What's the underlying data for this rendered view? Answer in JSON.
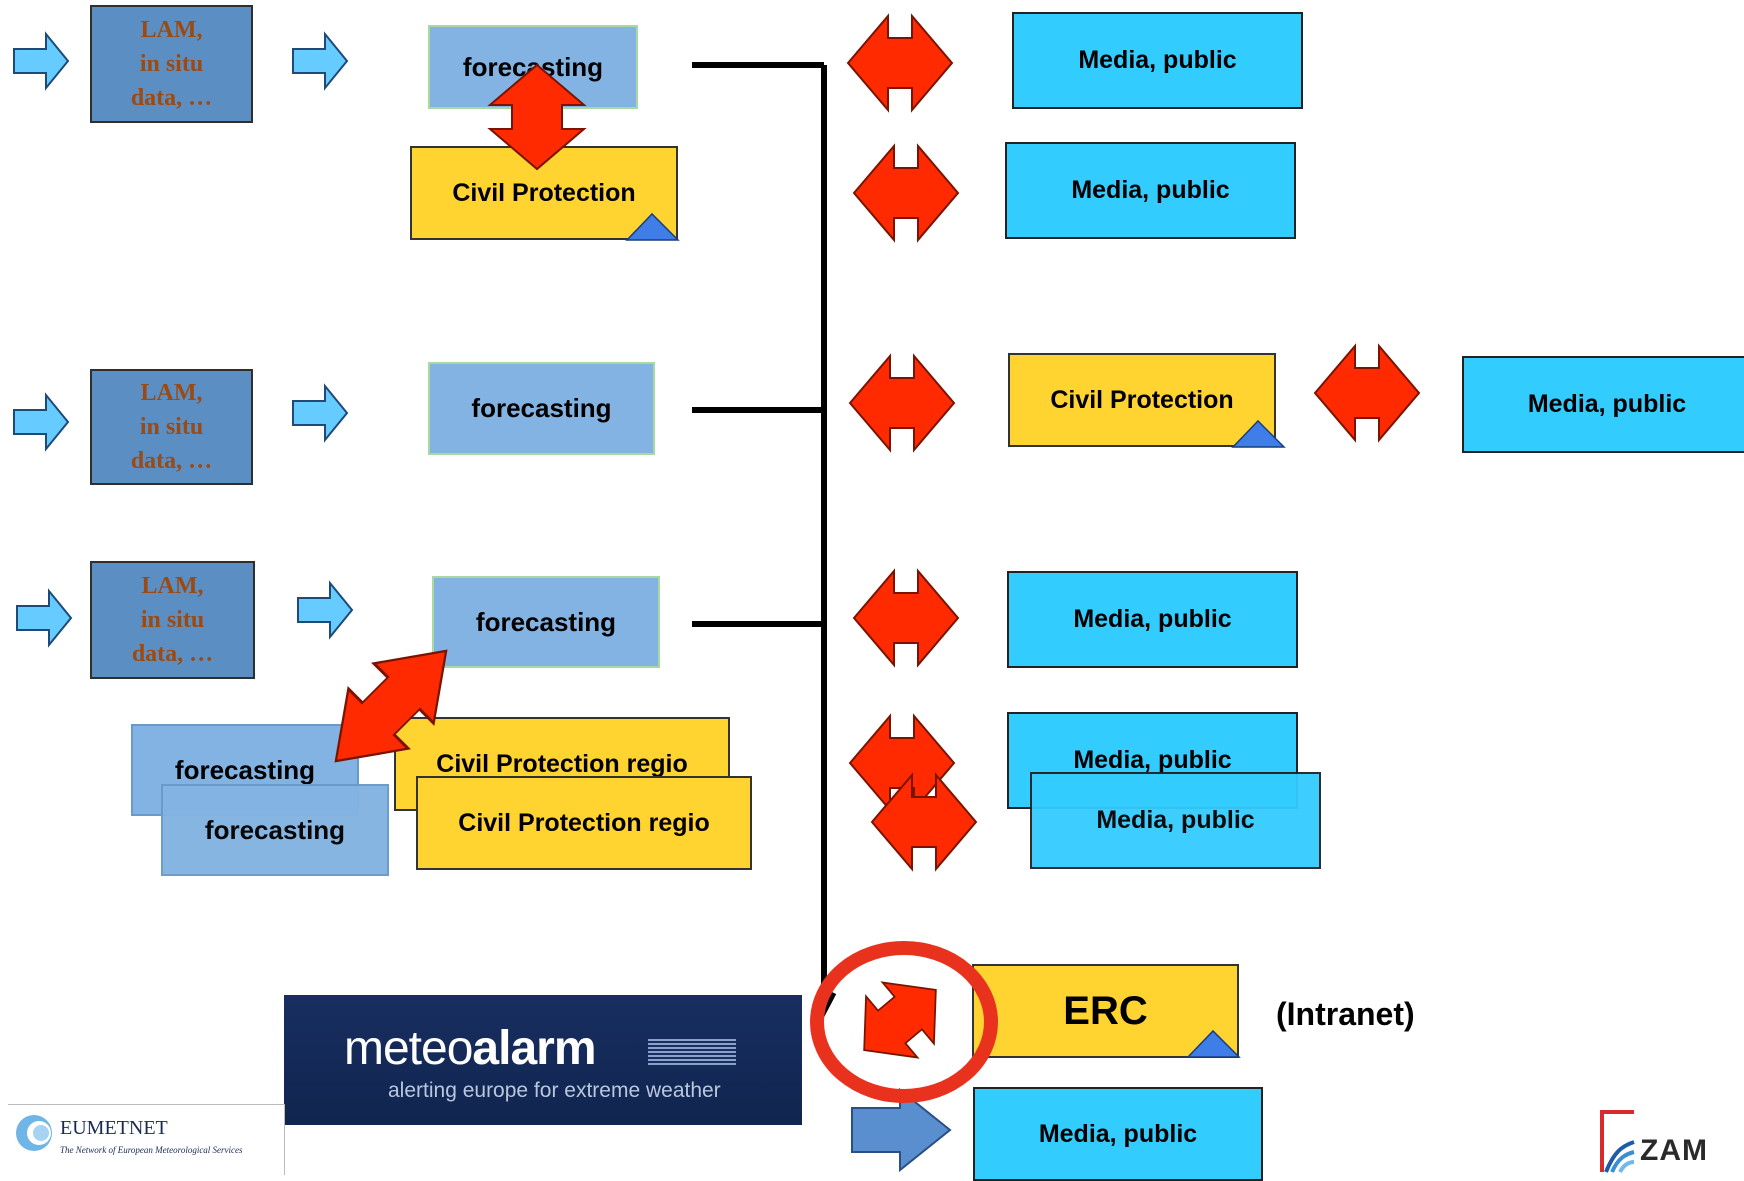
{
  "lam_label": "LAM, in situ data, …",
  "lam_lines": [
    "LAM,",
    "in situ",
    "data, …"
  ],
  "forecasting": "forecasting",
  "civil_protection": "Civil Protection",
  "civil_protection_regio": "Civil Protection  regio",
  "media_public": "Media, public",
  "erc": "ERC",
  "intranet": "(Intranet)",
  "meteoalarm": {
    "brand_light": "meteo",
    "brand_bold": "alarm",
    "tagline": "alerting europe for extreme weather"
  },
  "eumetnet": {
    "name": "EUMETNET",
    "subtitle": "The Network of European Meteorological Services"
  },
  "zamg": "ZAM",
  "colors": {
    "lam_fill": "#5b8fc4",
    "forecasting_fill": "#83b3e2",
    "civil_protection_fill": "#ffd330",
    "media_fill": "#33ccff",
    "double_arrow": "#ff2a00",
    "input_arrow": "#66ccff",
    "highlight_circle": "#e8321e",
    "meteoalarm_bg": "#182e60"
  }
}
